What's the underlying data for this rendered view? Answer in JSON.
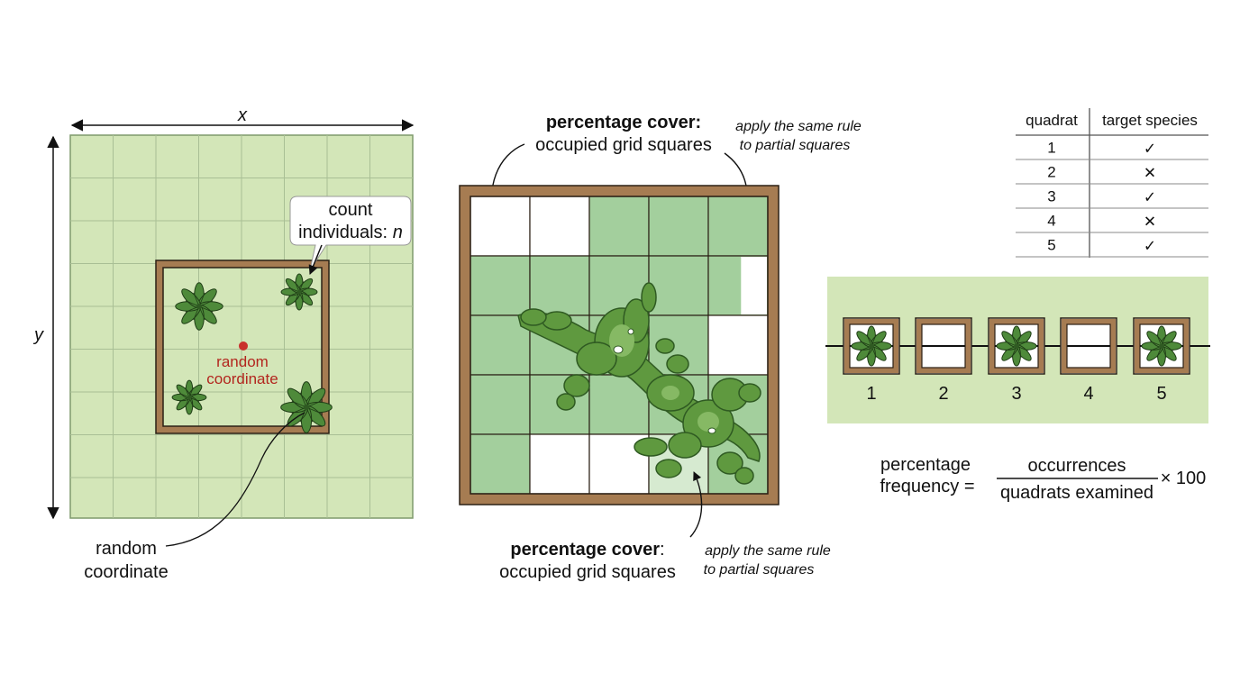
{
  "panel1": {
    "x_axis_label": "x",
    "y_axis_label": "y",
    "callout_line1": "count",
    "callout_line2": "individuals: ",
    "callout_var": "n",
    "point_label_line1": "random",
    "point_label_line2": "coordinate",
    "bottom_label_line1": "random",
    "bottom_label_line2": "coordinate"
  },
  "panel2": {
    "top_heading_bold": "percentage cover:",
    "top_heading_rest": "occupied grid squares",
    "top_note_line1": "apply the same rule",
    "top_note_line2": "to partial squares",
    "bottom_heading_bold": "percentage cover",
    "bottom_heading_colon": ":",
    "bottom_heading_rest": "occupied grid squares",
    "bottom_note_line1": "apply the same rule",
    "bottom_note_line2": "to partial squares",
    "cells": [
      [
        "empty",
        "empty",
        "full",
        "full",
        "full"
      ],
      [
        "full",
        "full",
        "full",
        "full",
        "mostly"
      ],
      [
        "full",
        "full",
        "full",
        "full",
        "empty"
      ],
      [
        "full",
        "full",
        "full",
        "full",
        "full"
      ],
      [
        "full",
        "empty",
        "empty",
        "light",
        "full"
      ]
    ]
  },
  "table": {
    "headers": [
      "quadrat",
      "target species"
    ],
    "rows": [
      {
        "quadrat": "1",
        "present": true
      },
      {
        "quadrat": "2",
        "present": false
      },
      {
        "quadrat": "3",
        "present": true
      },
      {
        "quadrat": "4",
        "present": false
      },
      {
        "quadrat": "5",
        "present": true
      }
    ],
    "present_mark": "✓",
    "absent_mark": "✕"
  },
  "transect": {
    "quadrats": [
      {
        "label": "1",
        "plant": true
      },
      {
        "label": "2",
        "plant": false
      },
      {
        "label": "3",
        "plant": true
      },
      {
        "label": "4",
        "plant": false
      },
      {
        "label": "5",
        "plant": true
      }
    ]
  },
  "formula": {
    "lhs_line1": "percentage",
    "lhs_line2": "frequency =",
    "numerator": "occurrences",
    "denominator": "quadrats examined",
    "multiplier": "× 100"
  },
  "colors": {
    "field_green": "#d3e6b8",
    "grid_line": "#a9bf95",
    "frame_brown": "#a67c52",
    "frame_dark": "#2b2015",
    "cell_green": "#a3cf9d",
    "cell_light": "#d6ead0",
    "plant_green": "#4e8a3a",
    "moss_green": "#5f993f",
    "point_red": "#c9302c",
    "check_green": "#2e8b3a",
    "cross_red": "#c4262e"
  }
}
